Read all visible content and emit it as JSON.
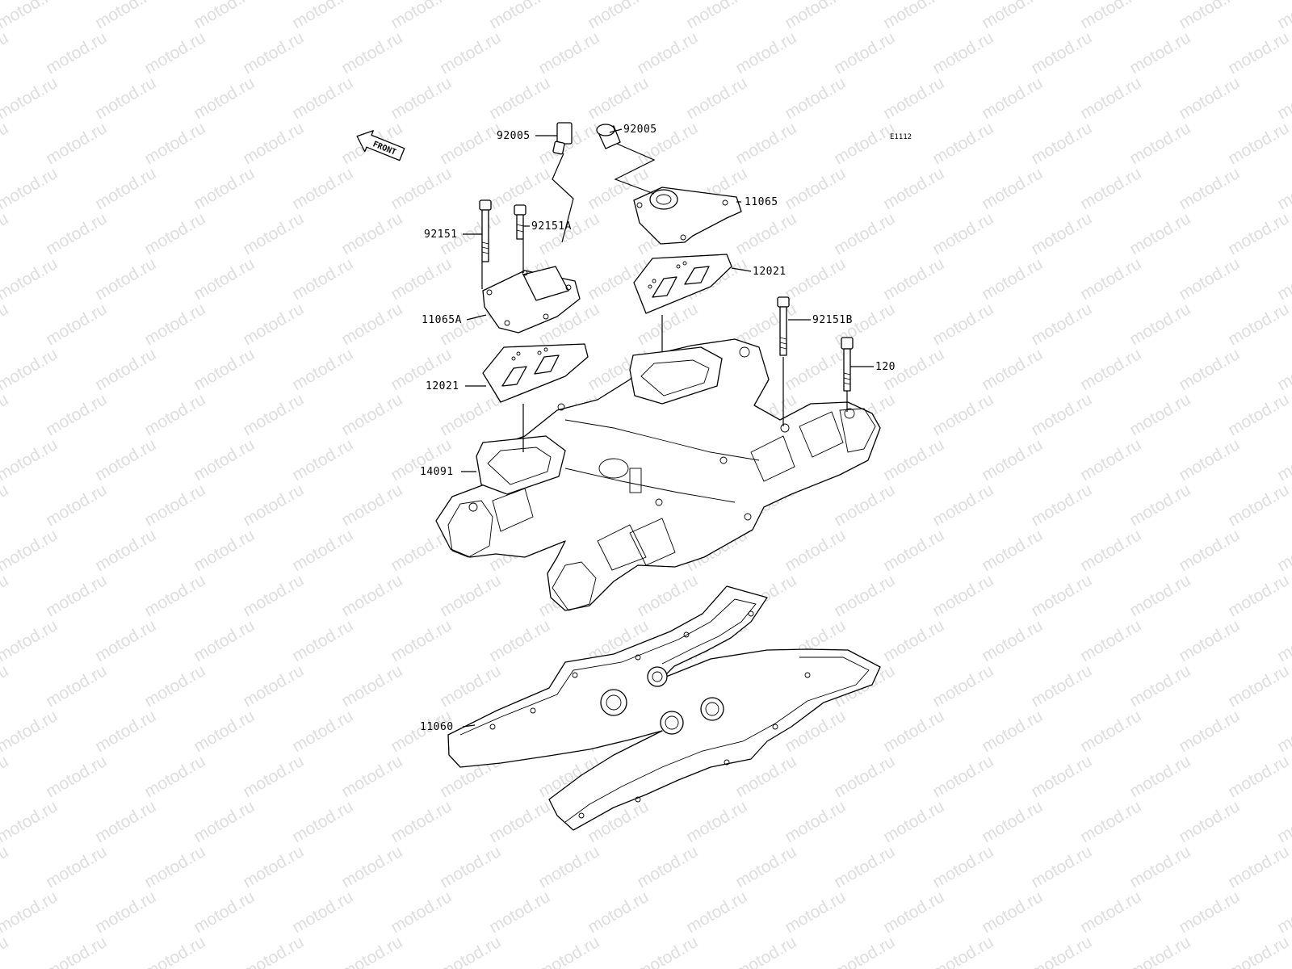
{
  "watermark": "motod.ru",
  "ref_code": "E1112",
  "front_label": "FRONT",
  "labels": {
    "l_92005_left": "92005",
    "l_92005_right": "92005",
    "l_11065": "11065",
    "l_92151": "92151",
    "l_92151A": "92151A",
    "l_12021_right": "12021",
    "l_11065A": "11065A",
    "l_92151B": "92151B",
    "l_120": "120",
    "l_12021_left": "12021",
    "l_14091": "14091",
    "l_11060": "11060"
  },
  "colors": {
    "line": "#000000",
    "watermark": "#dedede",
    "background": "#ffffff"
  }
}
